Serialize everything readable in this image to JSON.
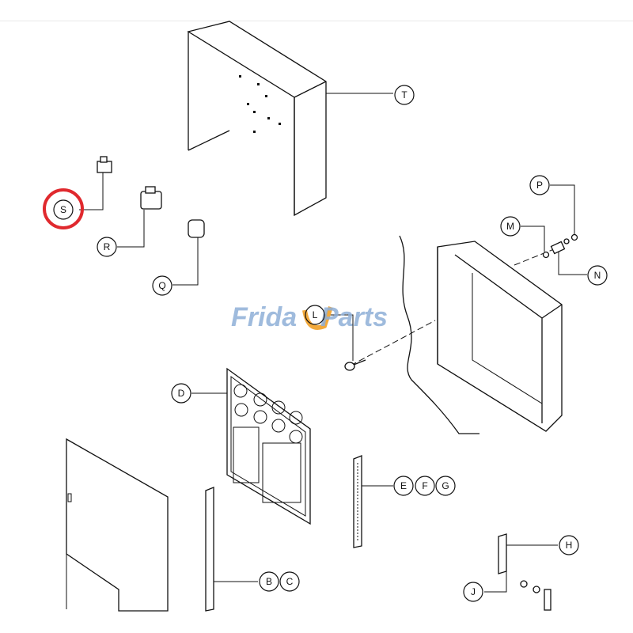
{
  "watermark": {
    "left": "Frida",
    "right": "Parts",
    "accent_color": "#f2a93b",
    "text_color": "#8fb0d8"
  },
  "highlight": {
    "label": "S",
    "color": "#e0292e"
  },
  "callouts": [
    "T",
    "S",
    "R",
    "Q",
    "P",
    "M",
    "N",
    "L",
    "D",
    "E",
    "F",
    "G",
    "B",
    "C",
    "H",
    "J"
  ]
}
